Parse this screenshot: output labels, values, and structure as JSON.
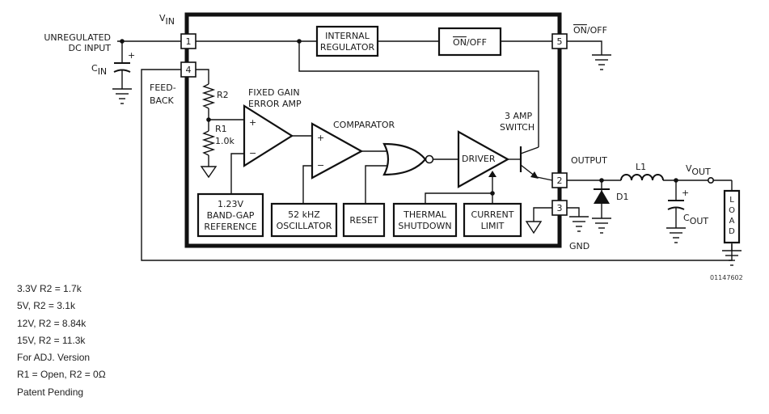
{
  "diagram": {
    "vin": "V",
    "vin_sub": "IN",
    "unregulated_1": "UNREGULATED",
    "unregulated_2": "DC INPUT",
    "cin": "C",
    "cin_sub": "IN",
    "plus_cin": "+",
    "feedback_1": "FEED-",
    "feedback_2": "BACK",
    "r2": "R2",
    "r1_1": "R1",
    "r1_2": "1.0k",
    "fixed_gain_1": "FIXED GAIN",
    "fixed_gain_2": "ERROR AMP",
    "comparator": "COMPARATOR",
    "internal_regulator_1": "INTERNAL",
    "internal_regulator_2": "REGULATOR",
    "onoff_block_overline": "ON",
    "onoff_block_rest": "/OFF",
    "onoff_pin_overline": "ON",
    "onoff_pin_rest": "/OFF",
    "switch_1": "3 AMP",
    "switch_2": "SWITCH",
    "driver": "DRIVER",
    "output": "OUTPUT",
    "l1": "L1",
    "vout": "V",
    "vout_sub": "OUT",
    "d1": "D1",
    "cout": "C",
    "cout_sub": "OUT",
    "plus_cout": "+",
    "load": [
      "L",
      "O",
      "A",
      "D"
    ],
    "gnd": "GND",
    "bandgap_1": "1.23V",
    "bandgap_2": "BAND-GAP",
    "bandgap_3": "REFERENCE",
    "oscillator_1": "52 kHZ",
    "oscillator_2": "OSCILLATOR",
    "reset": "RESET",
    "thermal_1": "THERMAL",
    "thermal_2": "SHUTDOWN",
    "current_1": "CURRENT",
    "current_2": "LIMIT",
    "amp_plus": "+",
    "amp_minus": "−",
    "comp_plus": "+",
    "comp_minus": "−",
    "pins": [
      "1",
      "4",
      "5",
      "2",
      "3"
    ],
    "figure_code": "01147602"
  },
  "notes": [
    "3.3V R2 = 1.7k",
    "5V, R2 = 3.1k",
    "12V, R2 = 8.84k",
    "15V, R2 = 11.3k",
    "For ADJ. Version",
    "R1 = Open, R2 = 0Ω",
    "Patent Pending"
  ]
}
